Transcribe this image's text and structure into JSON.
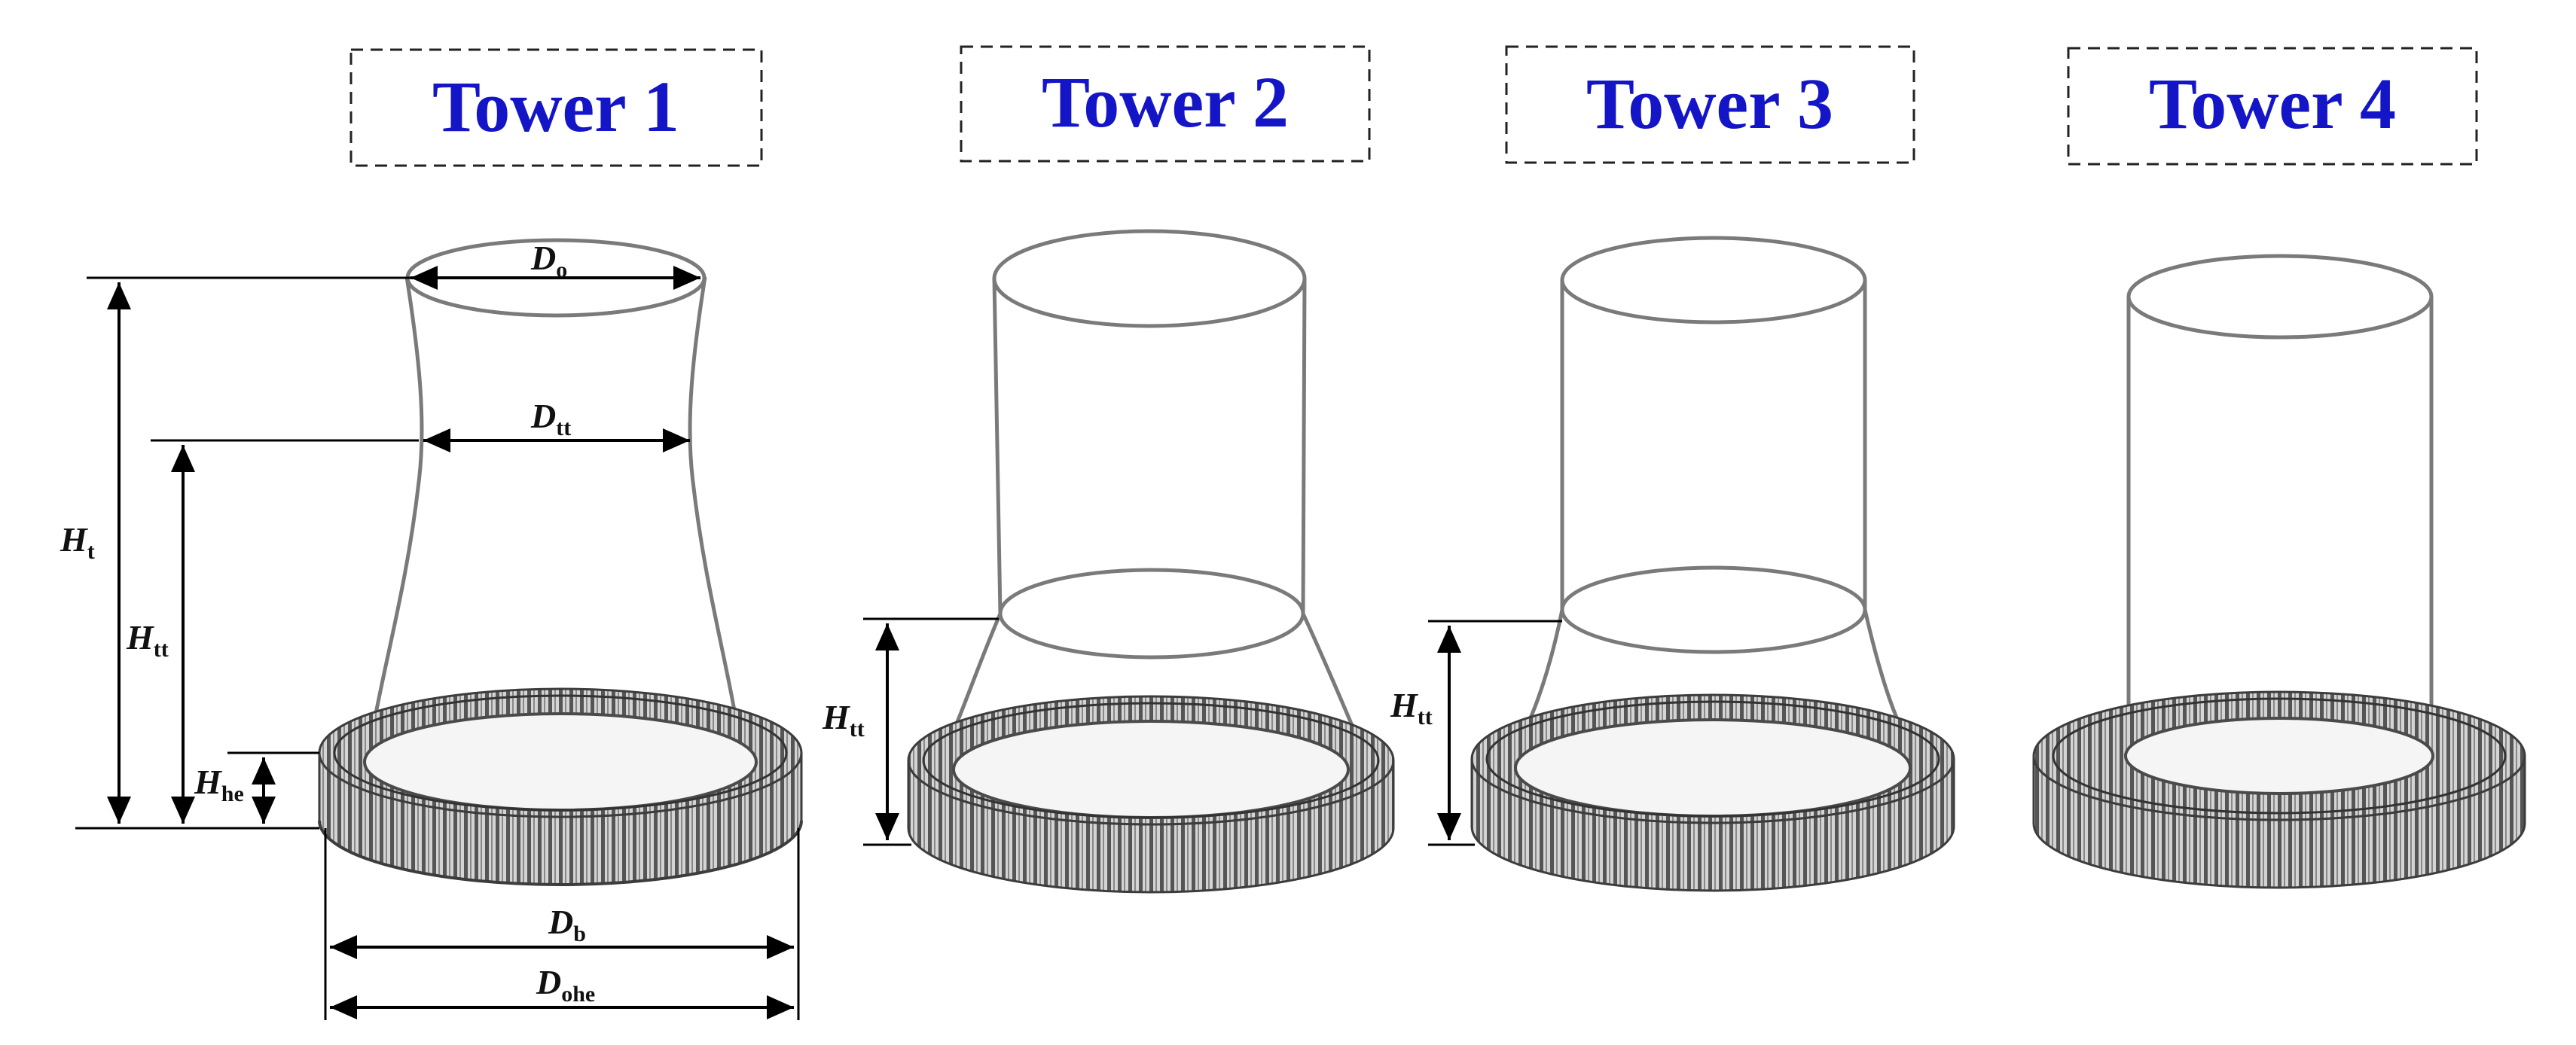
{
  "towers": [
    {
      "title": "Tower 1"
    },
    {
      "title": "Tower 2"
    },
    {
      "title": "Tower 3"
    },
    {
      "title": "Tower 4"
    }
  ],
  "dimensions": {
    "Do": {
      "main": "D",
      "sub": "o"
    },
    "Dtt": {
      "main": "D",
      "sub": "tt"
    },
    "Ht": {
      "main": "H",
      "sub": "t"
    },
    "Htt_1": {
      "main": "H",
      "sub": "tt"
    },
    "Hhe": {
      "main": "H",
      "sub": "he"
    },
    "Db": {
      "main": "D",
      "sub": "b"
    },
    "Dohe": {
      "main": "D",
      "sub": "ohe"
    },
    "Htt_2": {
      "main": "H",
      "sub": "tt"
    },
    "Htt_3": {
      "main": "H",
      "sub": "tt"
    }
  },
  "colors": {
    "title": "#1515c8",
    "outline": "#7a7a7a",
    "dimension": "#000000"
  }
}
